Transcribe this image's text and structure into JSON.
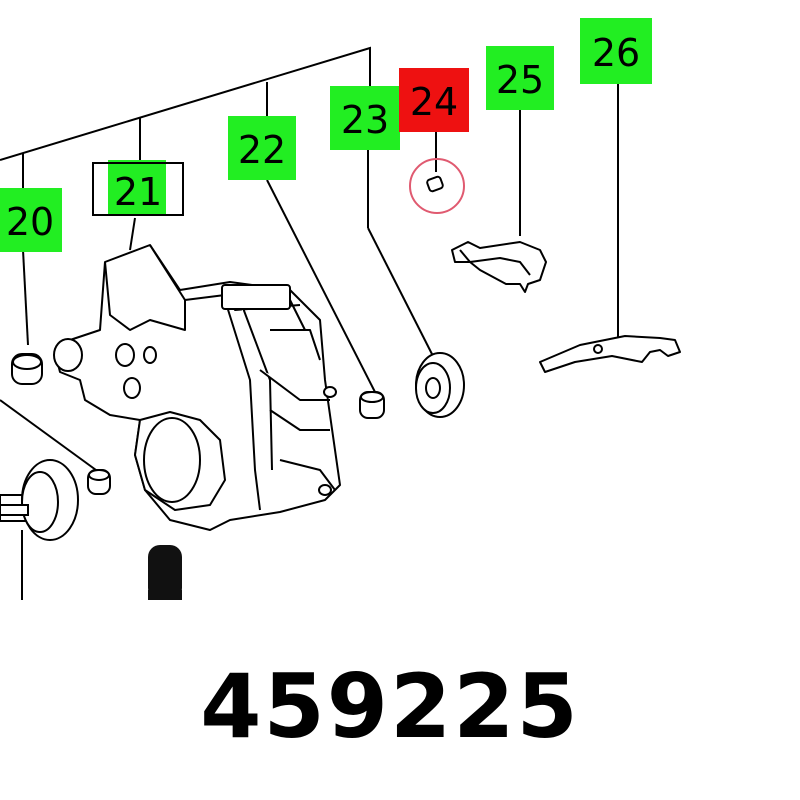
{
  "callouts": [
    {
      "id": "20",
      "style": "green"
    },
    {
      "id": "21",
      "style": "green-outlined"
    },
    {
      "id": "22",
      "style": "green"
    },
    {
      "id": "23",
      "style": "green"
    },
    {
      "id": "24",
      "style": "red"
    },
    {
      "id": "25",
      "style": "green"
    },
    {
      "id": "26",
      "style": "green"
    }
  ],
  "part_number": "459225",
  "colors": {
    "callout_green": "#22ee22",
    "callout_red": "#ee1111",
    "highlight_circle": "#e05a70",
    "line": "#000000"
  }
}
